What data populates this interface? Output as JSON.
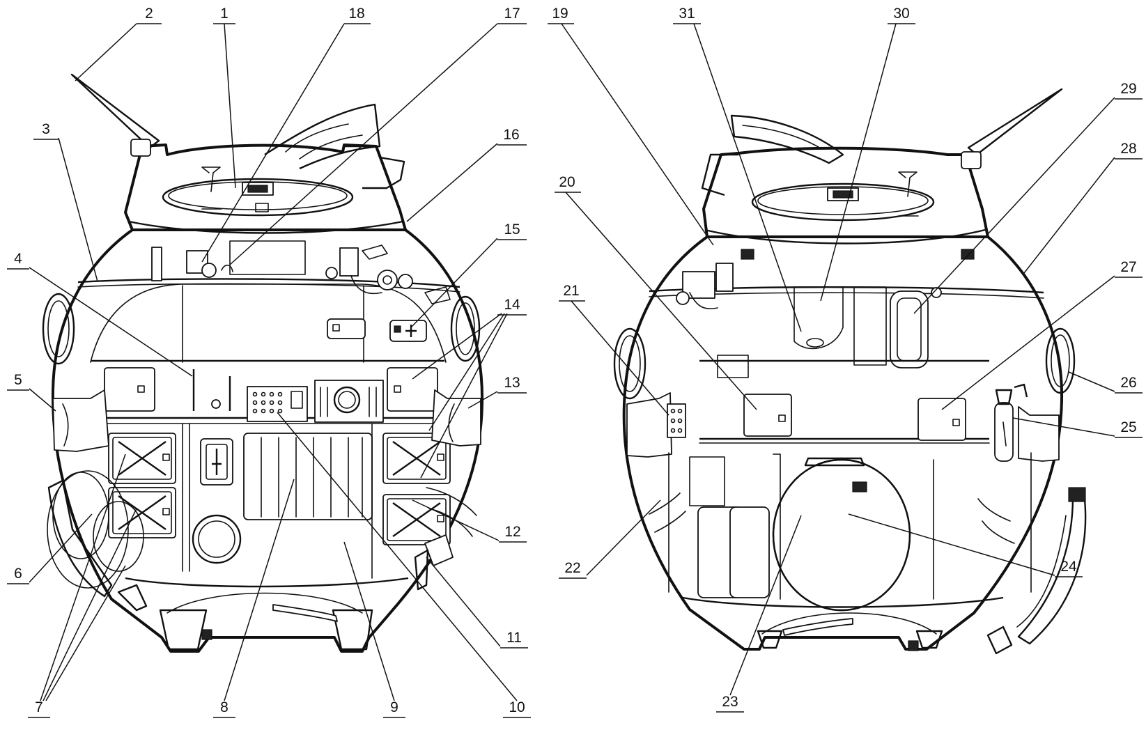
{
  "diagram": {
    "left_view": {
      "callouts": [
        "1",
        "2",
        "3",
        "4",
        "5",
        "6",
        "7",
        "8",
        "9",
        "10",
        "11",
        "12",
        "13",
        "14",
        "15",
        "16",
        "17",
        "18"
      ]
    },
    "right_view": {
      "callouts": [
        "19",
        "20",
        "21",
        "22",
        "23",
        "24",
        "25",
        "26",
        "27",
        "28",
        "29",
        "30",
        "31"
      ]
    }
  }
}
